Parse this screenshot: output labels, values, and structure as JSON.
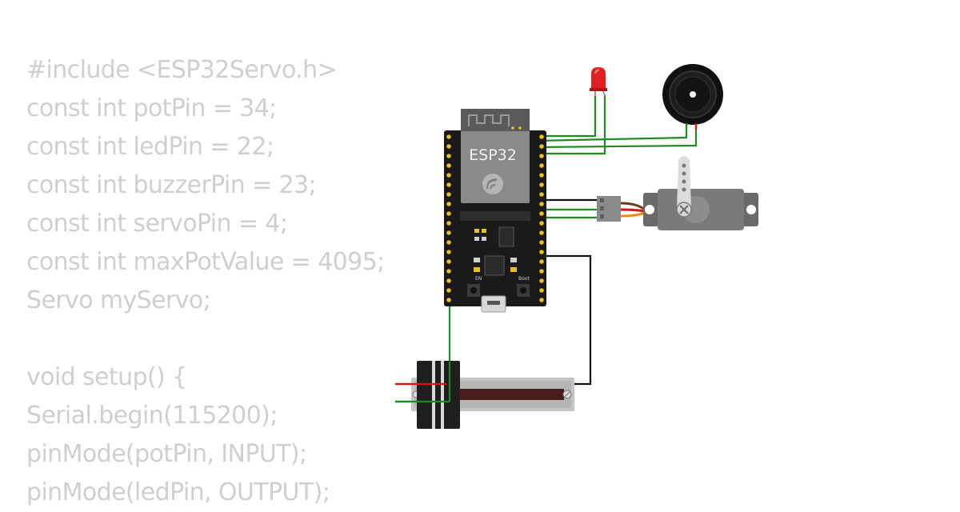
{
  "code": {
    "lines": [
      "#include <ESP32Servo.h>",
      "const int potPin = 34;",
      "const int ledPin = 22;",
      "const int buzzerPin = 23;",
      "const int servoPin = 4;",
      "const int maxPotValue = 4095;",
      "Servo myServo;",
      "",
      "void setup() {",
      "Serial.begin(115200);",
      "pinMode(potPin, INPUT);",
      "pinMode(ledPin, OUTPUT);"
    ]
  },
  "board": {
    "label": "ESP32",
    "boot_label": "Boot",
    "en_label": "EN"
  },
  "colors": {
    "code_text": "#cfcfcf",
    "wire_green": "#1f8a1f",
    "wire_black": "#111111",
    "wire_red": "#e01010",
    "wire_orange": "#f08a00",
    "board": "#1a1a1a",
    "module": "#8a8a8a",
    "pin": "#e8c21a",
    "led": "#e02020",
    "servo_body": "#6a6a6a"
  },
  "components": {
    "microcontroller": "esp32-devkit",
    "indicator": "red-led",
    "sound": "piezo-buzzer",
    "actuator": "servo-motor",
    "input": "slide-potentiometer"
  }
}
